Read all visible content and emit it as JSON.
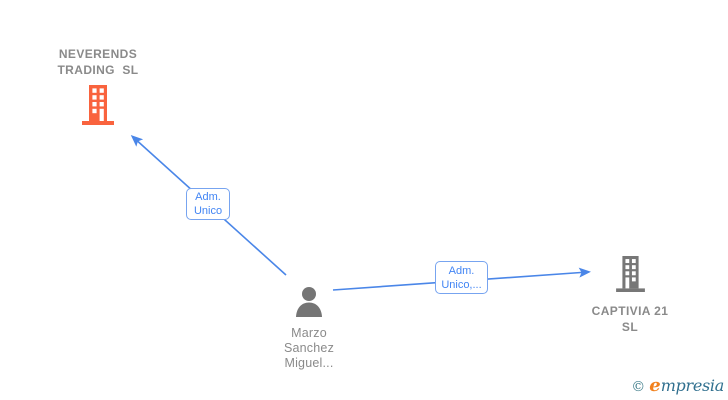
{
  "diagram": {
    "type": "corporate-relationship-graph",
    "nodes": {
      "neverends": {
        "kind": "company",
        "label_line1": "NEVERENDS",
        "label_line2": "TRADING  SL",
        "icon": "building-icon",
        "icon_color": "#f9633e"
      },
      "person": {
        "kind": "person",
        "label_line1": "Marzo",
        "label_line2": "Sanchez",
        "label_line3": "Miguel...",
        "icon": "person-icon",
        "icon_color": "#757575"
      },
      "captivia": {
        "kind": "company",
        "label_line1": "CAPTIVIA 21",
        "label_line2": "SL",
        "icon": "building-icon",
        "icon_color": "#777777"
      }
    },
    "edges": {
      "person_to_neverends": {
        "from": "person",
        "to": "neverends",
        "label_line1": "Adm.",
        "label_line2": "Unico"
      },
      "person_to_captivia": {
        "from": "person",
        "to": "captivia",
        "label_line1": "Adm.",
        "label_line2": "Unico,..."
      }
    }
  },
  "colors": {
    "edge_line": "#4a86e8",
    "edge_label_text": "#4285f4",
    "edge_label_border": "#77a4f0",
    "node_label_text": "#8a8a8a",
    "company_icon_orange": "#f9633e",
    "company_icon_gray": "#777777",
    "person_icon_gray": "#757575",
    "watermark_copyright": "#45818e",
    "watermark_initial": "#f2811d",
    "watermark_brand": "#31708f",
    "background": "#ffffff"
  },
  "watermark": {
    "copyright": "©",
    "brand_initial": "e",
    "brand_rest": "mpresia"
  }
}
